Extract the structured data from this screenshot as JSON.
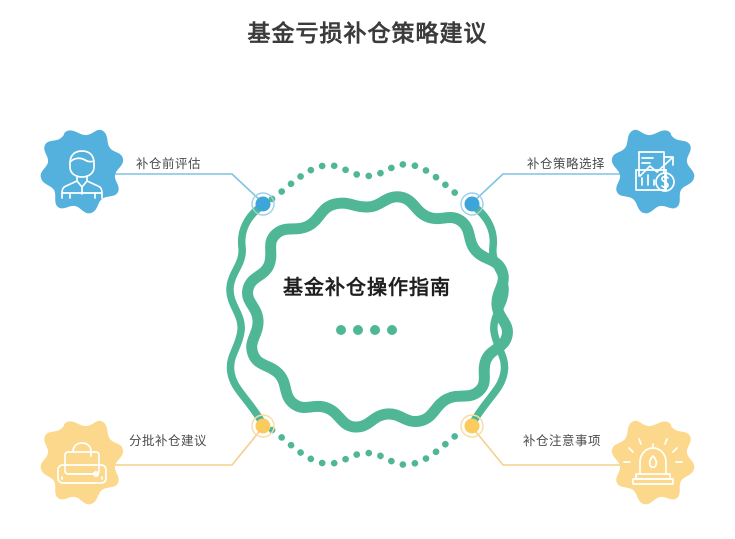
{
  "header": {
    "title": "基金亏损补仓策略建议"
  },
  "center": {
    "title": "基金补仓操作指南",
    "dots_count": 4,
    "dot_color": "#4FB796",
    "ring_color": "#4FB796"
  },
  "colors": {
    "teal": "#4FB796",
    "blue": "#54B0DC",
    "yellow": "#FBD88C",
    "title_text": "#3b3b3b",
    "label_text": "#4b4b4b",
    "background": "#ffffff"
  },
  "branches": [
    {
      "id": "pre-evaluation",
      "label": "补仓前评估",
      "position": "top-left",
      "color": "#54B0DC",
      "icon": "businessman-icon"
    },
    {
      "id": "strategy-selection",
      "label": "补仓策略选择",
      "position": "top-right",
      "color": "#54B0DC",
      "icon": "growth-chart-dollar-icon"
    },
    {
      "id": "batch-advice",
      "label": "分批补仓建议",
      "position": "bottom-left",
      "color": "#FBD88C",
      "icon": "briefcase-icon"
    },
    {
      "id": "cautions",
      "label": "补仓注意事项",
      "position": "bottom-right",
      "color": "#FBD88C",
      "icon": "alarm-siren-icon"
    }
  ]
}
